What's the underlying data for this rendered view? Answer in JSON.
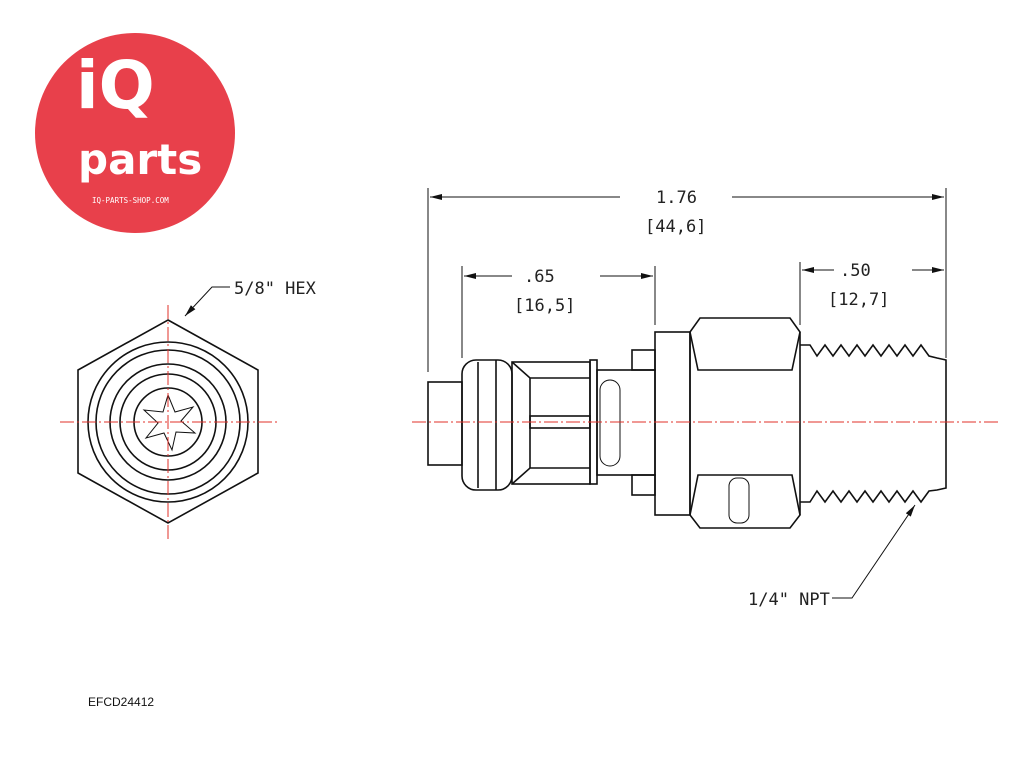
{
  "logo": {
    "line1": "iQ",
    "line2": "parts",
    "url_text": "IQ-PARTS-SHOP.COM",
    "color": "#e8404b"
  },
  "dimensions": {
    "overall": {
      "inch": "1.76",
      "mm": "[44,6]"
    },
    "body": {
      "inch": ".65",
      "mm": "[16,5]"
    },
    "thread": {
      "inch": ".50",
      "mm": "[12,7]"
    }
  },
  "callouts": {
    "hex": "5/8\" HEX",
    "thread": "1/4\" NPT"
  },
  "part_number": "EFCD24412",
  "colors": {
    "centerline": "#e0302a",
    "lines": "#111111"
  }
}
